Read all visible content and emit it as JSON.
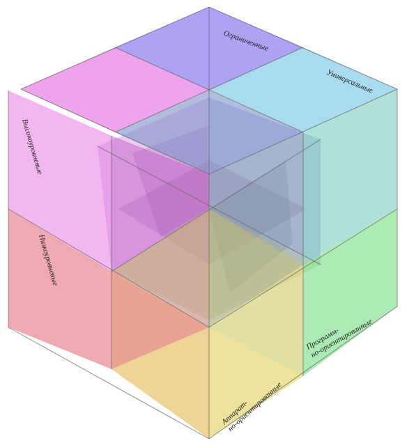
{
  "diagram": {
    "labels": {
      "top_back": "Ограниченные",
      "top_right": "Универсальные",
      "left_top": "Высокоуровневые",
      "left_bottom": "Низкоуровневые",
      "front_bottom": "Аппарат-\nно-ориентированные",
      "right_bottom": "Программ-\nно-ориентированные"
    },
    "colors": {
      "magenta": "#e77ce6",
      "violet": "#8e7ef0",
      "sky": "#8ccfe8",
      "pink": "#e96aa8",
      "salmon": "#e46f7f",
      "olive": "#d6d27a",
      "yellow": "#f0e49a",
      "green": "#7fe08c",
      "teal": "#6ec9b8",
      "slate": "#7d8fc9"
    }
  }
}
